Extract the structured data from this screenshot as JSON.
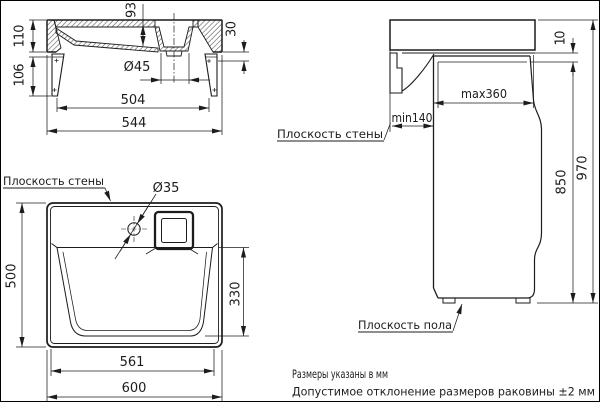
{
  "front": {
    "h93": "93",
    "h110": "110",
    "h106": "106",
    "dia": "Ø45",
    "w_inner": "504",
    "w_outer": "544",
    "g30": "30"
  },
  "top": {
    "wall_label": "Плоскость стены",
    "dia": "Ø35",
    "h_outer": "500",
    "h_inner": "330",
    "w_inner": "561",
    "w_outer": "600"
  },
  "side": {
    "wall_label": "Плоскость стены",
    "floor_label": "Плоскость пола",
    "gap": "10",
    "depth_max": "max360",
    "depth_min": "min140",
    "h_bottom": "850",
    "h_top": "970"
  },
  "notes": {
    "line1": "Размеры указаны в мм",
    "line2": "Допустимое отклонение размеров раковины ±2 мм"
  },
  "colors": {
    "line": "#1c1c1c",
    "background": "#ffffff"
  }
}
